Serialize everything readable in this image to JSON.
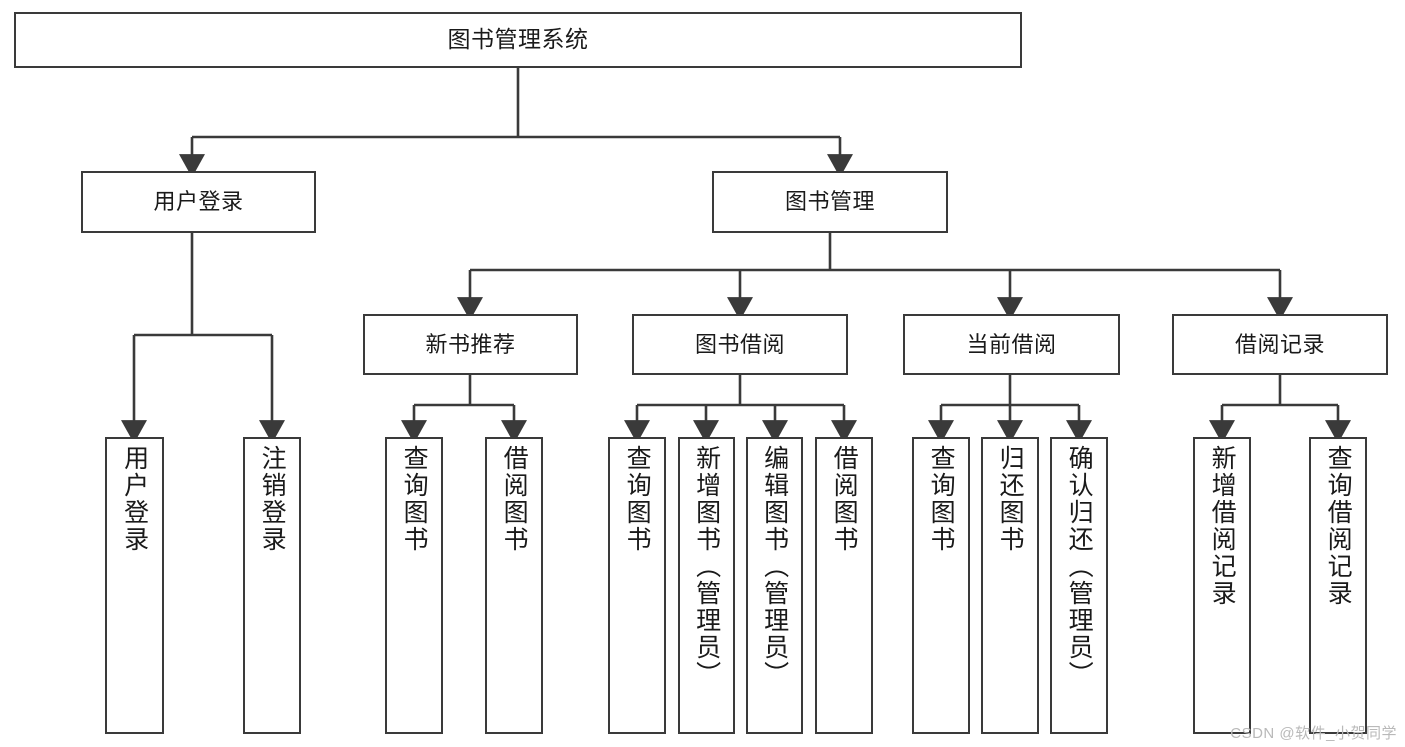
{
  "diagram": {
    "type": "tree-hierarchy-functional-decomposition",
    "root": {
      "label": "图书管理系统"
    },
    "level2": [
      {
        "label": "用户登录"
      },
      {
        "label": "图书管理"
      }
    ],
    "level3": [
      {
        "label": "新书推荐"
      },
      {
        "label": "图书借阅"
      },
      {
        "label": "当前借阅"
      },
      {
        "label": "借阅记录"
      }
    ],
    "leaves": {
      "user_login": [
        {
          "label": "用户登录"
        },
        {
          "label": "注销登录"
        }
      ],
      "new_book_recommend": [
        {
          "label": "查询图书"
        },
        {
          "label": "借阅图书"
        }
      ],
      "book_borrow": [
        {
          "label": "查询图书"
        },
        {
          "label": "新增图书（管理员）"
        },
        {
          "label": "编辑图书（管理员）"
        },
        {
          "label": "借阅图书"
        }
      ],
      "current_borrow": [
        {
          "label": "查询图书"
        },
        {
          "label": "归还图书"
        },
        {
          "label": "确认归还（管理员）"
        }
      ],
      "borrow_records": [
        {
          "label": "新增借阅记录"
        },
        {
          "label": "查询借阅记录"
        }
      ]
    }
  },
  "watermark": {
    "text": "CSDN @软件_小贺同学"
  },
  "colors": {
    "stroke": "#3a3a3a",
    "text": "#1a1a1a",
    "background": "#ffffff",
    "watermark": "#b9b9b9"
  }
}
